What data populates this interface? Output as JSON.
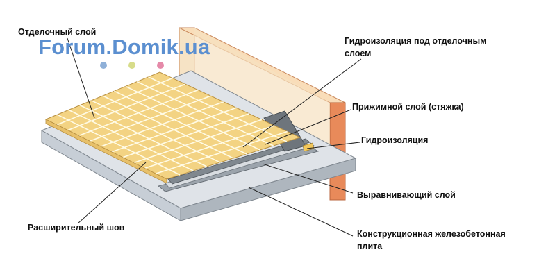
{
  "watermark": {
    "text": "Forum.Domik.ua",
    "color": "#5b8fd0",
    "dots": [
      "#8fb0d8",
      "#d7dc8a",
      "#f1de7c",
      "#e58aa9"
    ]
  },
  "labels": {
    "finish_layer": "Отделочный слой",
    "waterproof_under_finish_line1": "Гидроизоляция под отделочным",
    "waterproof_under_finish_line2": "слоем",
    "screed": "Прижимной слой (стяжка)",
    "waterproofing": "Гидроизоляция",
    "leveling_layer": "Выравнивающий слой",
    "expansion_joint": "Расширительный шов",
    "concrete_slab_line1": "Конструкционная железобетонная",
    "concrete_slab_line2": "плита"
  },
  "colors": {
    "tile": "#f3d383",
    "tile_grout": "#fffbe6",
    "wall_brick": "#e88a5a",
    "wall_top": "#f9ddb9",
    "slab_front": "#c7ced6",
    "layer_gray": "#9ca4ac",
    "leader": "#222222"
  }
}
